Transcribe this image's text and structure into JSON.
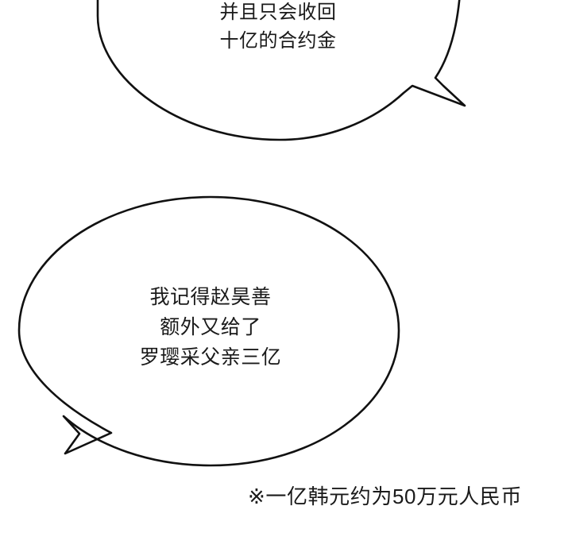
{
  "panel": {
    "background_color": "#ffffff",
    "line_color": "#111111",
    "text_color": "#1a1a1a"
  },
  "bubbles": [
    {
      "id": "bubble-1",
      "shape": "ellipse",
      "tail_direction": "right-down",
      "clipped_at_top": true,
      "lines": [
        "并且只会收回",
        "十亿的合约金"
      ],
      "text": "并且只会收回\n十亿的合约金"
    },
    {
      "id": "bubble-2",
      "shape": "ellipse",
      "tail_direction": "left-down",
      "clipped_at_top": false,
      "lines": [
        "我记得赵昊善",
        "额外又给了",
        "罗璎采父亲三亿"
      ],
      "text": "我记得赵昊善\n额外又给了\n罗璎采父亲三亿"
    }
  ],
  "footnote": {
    "marker": "※",
    "text": "※一亿韩元约为50万元人民币"
  }
}
